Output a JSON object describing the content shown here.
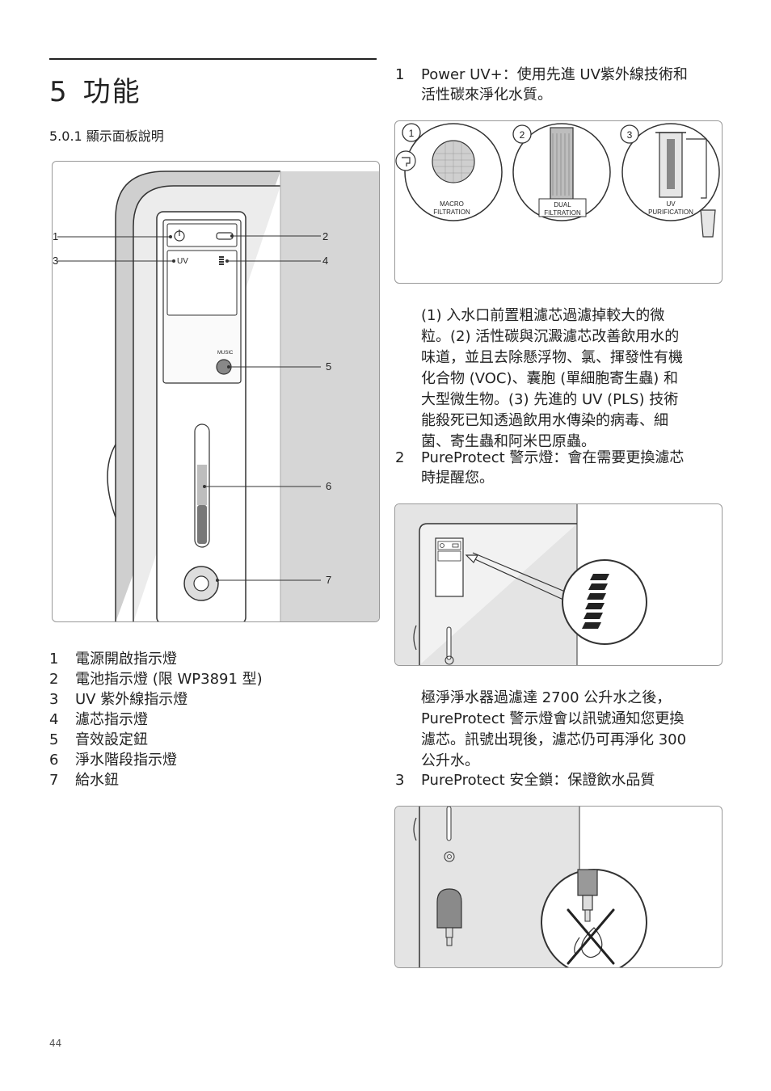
{
  "section": {
    "number": "5",
    "title": "功能"
  },
  "subsection": "5.0.1 顯示面板說明",
  "panel": {
    "callouts": [
      "1",
      "2",
      "3",
      "4",
      "5",
      "6",
      "7"
    ],
    "uv_label": "UV",
    "music_label": "MUSIC"
  },
  "legend": [
    {
      "n": "1",
      "text": "電源開啟指示燈"
    },
    {
      "n": "2",
      "text": "電池指示燈 (限 WP3891 型)"
    },
    {
      "n": "3",
      "text": "UV 紫外線指示燈"
    },
    {
      "n": "4",
      "text": "濾芯指示燈"
    },
    {
      "n": "5",
      "text": "音效設定鈕"
    },
    {
      "n": "6",
      "text": "淨水階段指示燈"
    },
    {
      "n": "7",
      "text": "給水鈕"
    }
  ],
  "feature1": {
    "n": "1",
    "lines": [
      "Power UV+：使用先進 UV紫外線技術和",
      "活性碳來淨化水質。"
    ]
  },
  "filter_fig": {
    "steps": [
      "1",
      "2",
      "3"
    ],
    "labels": {
      "macro": [
        "MACRO",
        "FILTRATION"
      ],
      "dual": [
        "DUAL",
        "FILTRATION"
      ],
      "uv": [
        "UV",
        "PURIFICATION"
      ]
    }
  },
  "feature1_desc": [
    "(1) 入水口前置粗濾芯過濾掉較大的微",
    "粒。(2) 活性碳與沉澱濾芯改善飲用水的",
    "味道，並且去除懸浮物、氯、揮發性有機",
    "化合物 (VOC)、囊胞 (單細胞寄生蟲) 和",
    "大型微生物。(3) 先進的 UV (PLS) 技術",
    "能殺死已知透過飲用水傳染的病毒、細",
    "菌、寄生蟲和阿米巴原蟲。"
  ],
  "feature2": {
    "n": "2",
    "lines": [
      "PureProtect 警示燈：會在需要更換濾芯",
      "時提醒您。"
    ]
  },
  "feature2_desc": [
    "極淨淨水器過濾達 2700 公升水之後，",
    "PureProtect 警示燈會以訊號通知您更換",
    "濾芯。訊號出現後，濾芯仍可再淨化 300",
    "公升水。"
  ],
  "feature3": {
    "n": "3",
    "lines": [
      "PureProtect 安全鎖：保證飲水品質"
    ]
  },
  "page_number": "44"
}
